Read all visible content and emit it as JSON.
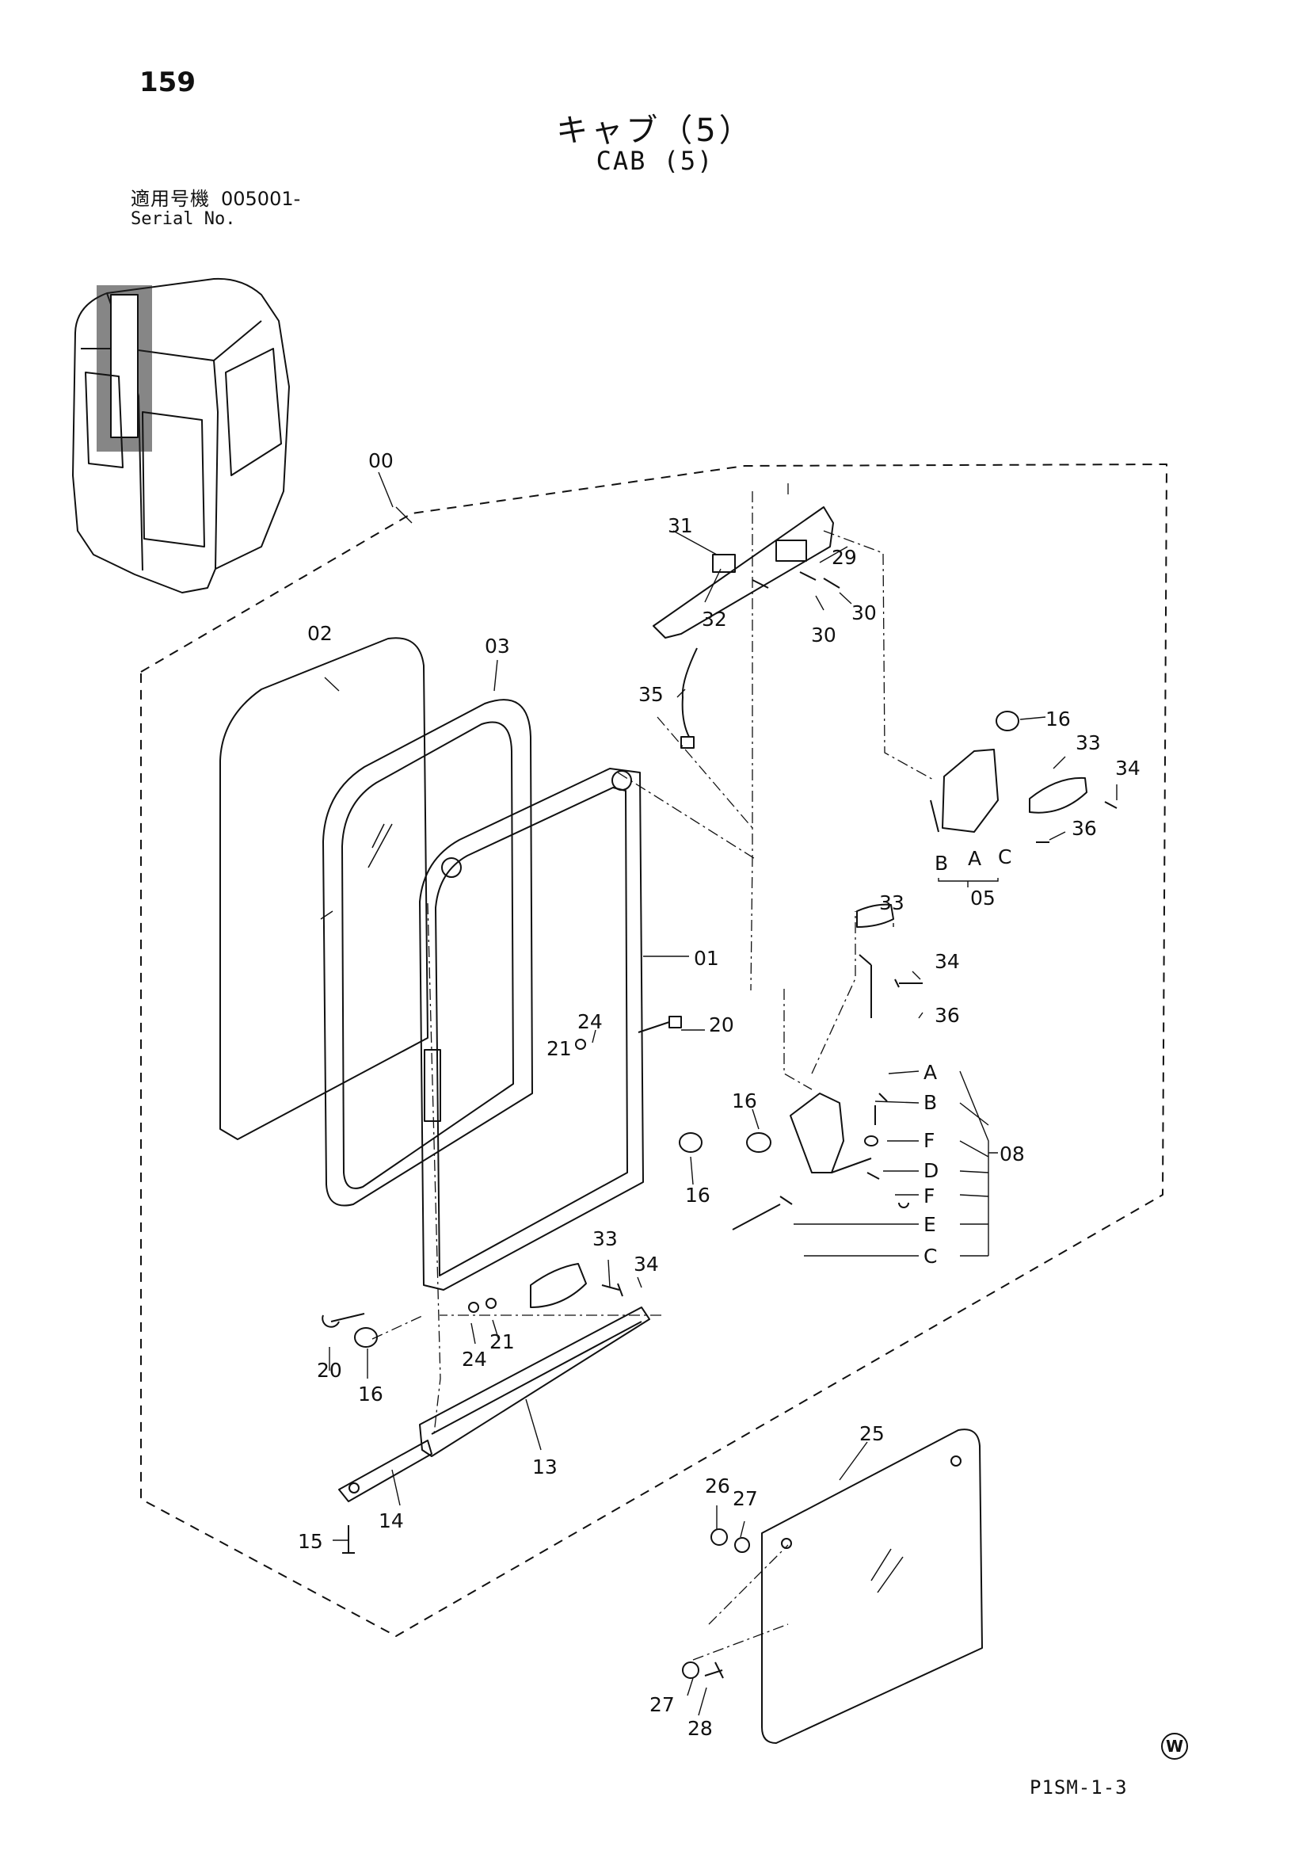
{
  "page_number": "159",
  "title": {
    "jp": "キャブ（5）",
    "en": "CAB (5)"
  },
  "serial": {
    "jp_label": "適用号機",
    "value": "005001-",
    "en_label": "Serial No."
  },
  "page_code": "P1SM-1-3",
  "watermark_symbol": "W",
  "callouts": {
    "c00": "00",
    "c01": "01",
    "c02": "02",
    "c03": "03",
    "c05": "05",
    "c08": "08",
    "c13": "13",
    "c14": "14",
    "c15": "15",
    "c16a": "16",
    "c16b": "16",
    "c16c": "16",
    "c16d": "16",
    "c20a": "20",
    "c20b": "20",
    "c21a": "21",
    "c21b": "21",
    "c24a": "24",
    "c24b": "24",
    "c25": "25",
    "c26": "26",
    "c27a": "27",
    "c27b": "27",
    "c28": "28",
    "c29": "29",
    "c30a": "30",
    "c30b": "30",
    "c31": "31",
    "c32": "32",
    "c33a": "33",
    "c33b": "33",
    "c33c": "33",
    "c34a": "34",
    "c34b": "34",
    "c34c": "34",
    "c35": "35",
    "c36a": "36",
    "c36b": "36",
    "l05A": "A",
    "l05B": "B",
    "l05C": "C",
    "l08A": "A",
    "l08B": "B",
    "l08F1": "F",
    "l08D": "D",
    "l08F2": "F",
    "l08E": "E",
    "l08C": "C"
  }
}
